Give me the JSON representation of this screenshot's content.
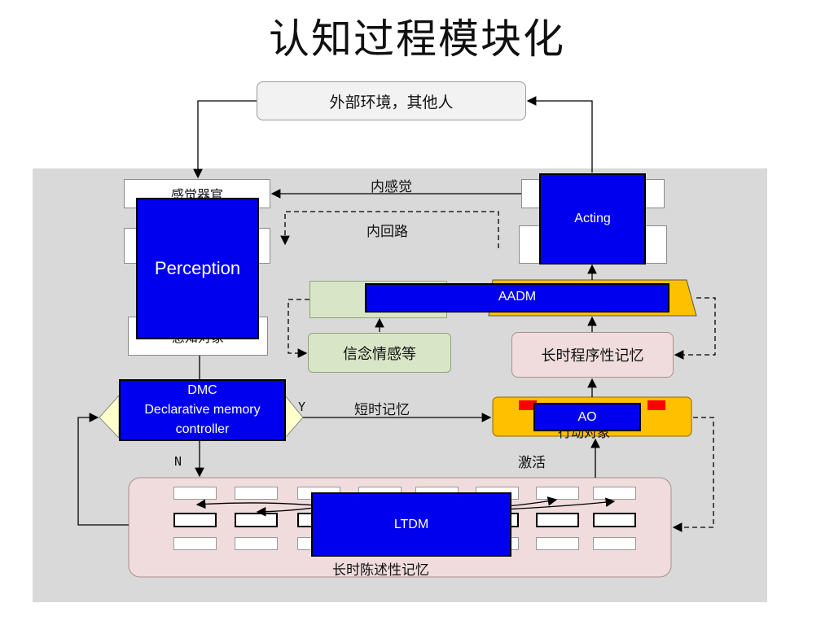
{
  "title": "认知过程模块化",
  "environment": "外部环境，其他人",
  "left": {
    "sensory_organs": "感觉器官",
    "perceived_object": "感知对象"
  },
  "labels": {
    "inner_sense": "内感觉",
    "inner_loop": "内回路",
    "short_term_memory": "短时记忆",
    "activation": "激活",
    "yes": "Y",
    "no": "N"
  },
  "middle": {
    "belief_emotion": "信念情感等"
  },
  "right": {
    "long_term_procedural": "长时程序性记忆",
    "action_object": "行动对象"
  },
  "bottom": {
    "long_term_declarative": "长时陈述性记忆"
  },
  "modules": {
    "perception": "Perception",
    "acting": "Acting",
    "aadm": "AADM",
    "ao": "AO",
    "ltdm": "LTDM",
    "dmc": [
      "DMC",
      "Declarative memory",
      "controller"
    ]
  },
  "colors": {
    "module_blue": "#0000ee",
    "panel_gray": "#d9d9d9",
    "orange": "#ffc000",
    "red": "#ff0000",
    "green": "#d8e5c6",
    "pink": "#f0dcdc"
  }
}
